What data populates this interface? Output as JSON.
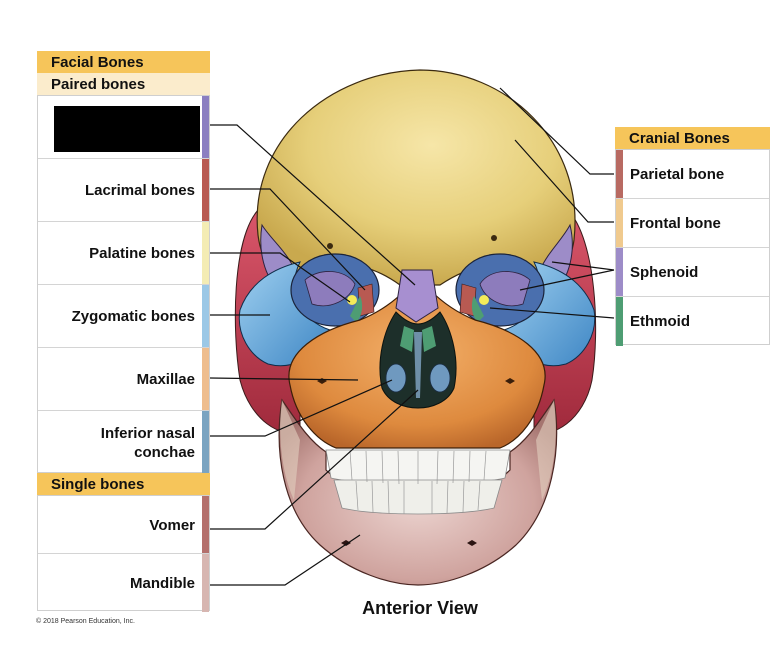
{
  "facial": {
    "header": "Facial Bones",
    "paired_header": "Paired bones",
    "single_header": "Single bones",
    "paired": [
      {
        "label": "",
        "redacted": true,
        "color": "#8b7fc1"
      },
      {
        "label": "Lacrimal bones",
        "color": "#b85a52"
      },
      {
        "label": "Palatine bones",
        "color": "#f4ecb4"
      },
      {
        "label": "Zygomatic bones",
        "color": "#9cc8e6"
      },
      {
        "label": "Maxillae",
        "color": "#eebd8e"
      },
      {
        "label": "Inferior nasal\nconchae",
        "color": "#7ba4c1"
      }
    ],
    "single": [
      {
        "label": "Vomer",
        "color": "#b4706c"
      },
      {
        "label": "Mandible",
        "color": "#d7b6b1"
      }
    ]
  },
  "cranial": {
    "header": "Cranial Bones",
    "items": [
      {
        "label": "Parietal bone",
        "color": "#b86a62"
      },
      {
        "label": "Frontal bone",
        "color": "#f0ca8e"
      },
      {
        "label": "Sphenoid",
        "color": "#9d8cc8"
      },
      {
        "label": "Ethmoid",
        "color": "#4e9d73"
      }
    ]
  },
  "view_caption": "Anterior View",
  "copyright": "© 2018 Pearson Education, Inc."
}
